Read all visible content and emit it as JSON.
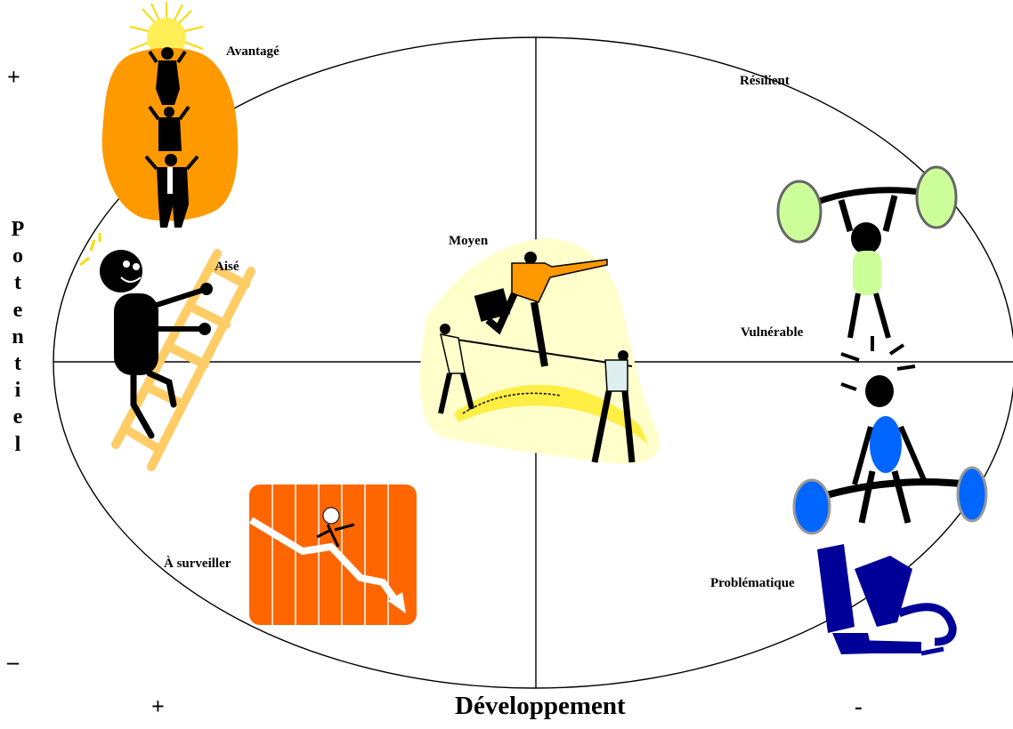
{
  "quadrant_labels": {
    "avantage": "Avantagé",
    "resilient": "Résilient",
    "aise": "Aisé",
    "moyen": "Moyen",
    "vulnerable": "Vulnérable",
    "a_surveiller": "À surveiller",
    "problematique": "Problématique"
  },
  "vertical_axis": {
    "title_letters": [
      "P",
      "o",
      "t",
      "e",
      "n",
      "t",
      "i",
      "e",
      "l"
    ],
    "top_sign": "+",
    "bottom_sign": "–"
  },
  "horizontal_axis": {
    "title": "Développement",
    "left_sign": "+",
    "right_sign": "-"
  },
  "colors": {
    "line": "#000000",
    "sunburst": "#ffd800",
    "avantage_blob": "#ff9900",
    "ladder": "#ffcc66",
    "moyen_bg": "#ffffcc",
    "orange_figure": "#ff9900",
    "light_green": "#ccff99",
    "blue": "#0066ff",
    "gray_plate": "#999999",
    "orange_panel": "#ff6600",
    "navy": "#000099"
  },
  "icons": {
    "avantage": "stacked-businessmen-icon",
    "aise": "ladder-climber-icon",
    "moyen": "tightrope-businessmen-icon",
    "resilient": "weightlifter-up-icon",
    "vulnerable": "weightlifter-strain-icon",
    "a_surveiller": "falling-chart-icon",
    "problematique": "broken-chair-icon"
  }
}
